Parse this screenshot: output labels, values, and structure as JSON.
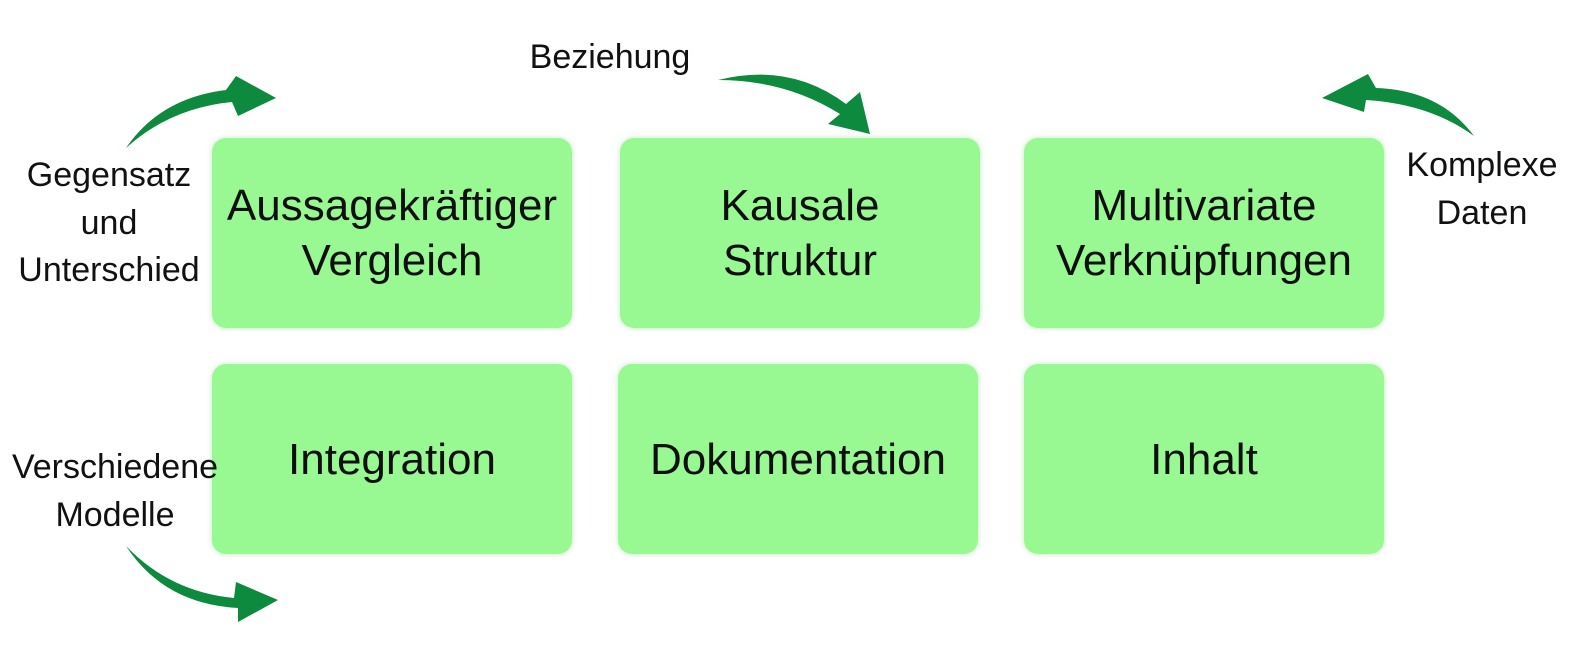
{
  "boxes": [
    {
      "label": "Aussagekräftiger\nVergleich"
    },
    {
      "label": "Kausale\nStruktur"
    },
    {
      "label": "Multivariate\nVerknüpfungen"
    },
    {
      "label": "Integration"
    },
    {
      "label": "Dokumentation"
    },
    {
      "label": "Inhalt"
    }
  ],
  "labels": {
    "gegensatz": "Gegensatz\nund\nUnterschied",
    "beziehung": "Beziehung",
    "komplexe": "Komplexe\nDaten",
    "modelle": "Verschiedene\nModelle"
  },
  "colors": {
    "box_fill": "#98f993",
    "arrow": "#0d8a3e"
  }
}
